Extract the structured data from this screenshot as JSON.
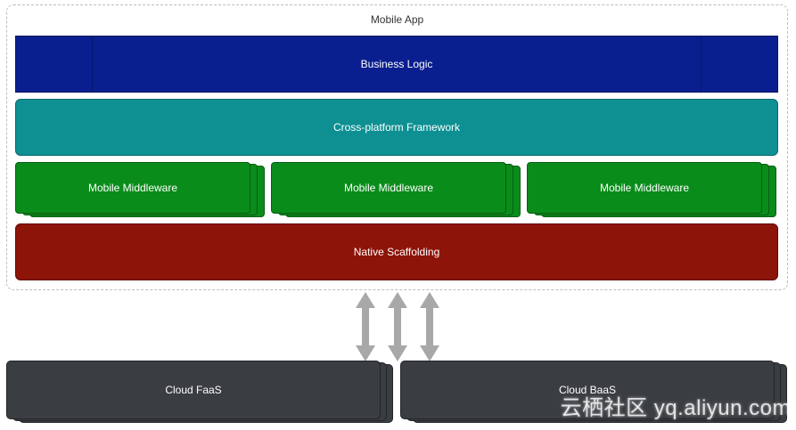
{
  "app_container": {
    "title": "Mobile App"
  },
  "layers": {
    "business_logic": "Business Logic",
    "cross_platform": "Cross-platform Framework",
    "native_scaffolding": "Native Scaffolding"
  },
  "middleware": [
    "Mobile Middleware",
    "Mobile Middleware",
    "Mobile Middleware"
  ],
  "cloud": {
    "faas": "Cloud FaaS",
    "baas": "Cloud BaaS"
  },
  "watermark": "云栖社区 yq.aliyun.com",
  "colors": {
    "business_logic": "#0a1f8f",
    "cross_platform": "#0e9093",
    "middleware": "#0a8c1b",
    "native_scaffolding": "#8d1409",
    "cloud": "#3a3e42",
    "arrow": "#a8a8a8"
  },
  "icons": [
    "double-arrow-icon",
    "double-arrow-icon",
    "double-arrow-icon"
  ]
}
